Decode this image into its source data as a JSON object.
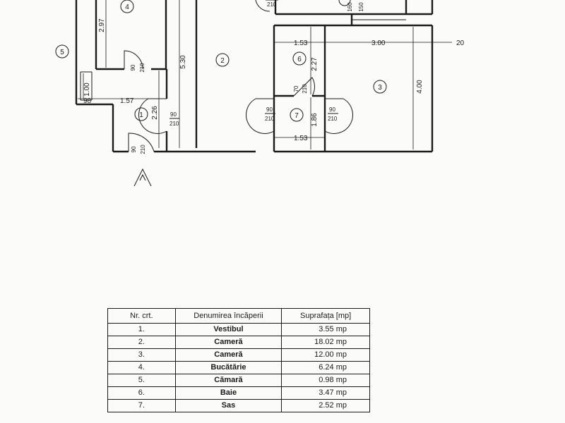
{
  "plan": {
    "room_numbers": [
      "1",
      "2",
      "3",
      "4",
      "5",
      "6",
      "7"
    ],
    "dimensions": {
      "d_297": "2.97",
      "d_530": "5.30",
      "d_100": "1.00",
      "d_98": "98",
      "d_157": "1.57",
      "d_226": "2.26",
      "d_153_top": "1.53",
      "d_300": "3.00",
      "d_20": "20",
      "d_227": "2.27",
      "d_400": "4.00",
      "d_186": "1.86",
      "d_153_bottom": "1.53"
    },
    "doors": {
      "top_h": "210",
      "top_160": "160",
      "top_150": "150",
      "d5_w": "90",
      "d5_h": "210",
      "d1_w": "90",
      "d1_h": "210",
      "dent_w": "90",
      "dent_h": "210",
      "d6_w": "70",
      "d6_h": "210",
      "d7l_w": "90",
      "d7l_h": "210",
      "d7r_w": "90",
      "d7r_h": "210"
    }
  },
  "table": {
    "headers": [
      "Nr. crt.",
      "Denumirea încăperii",
      "Suprafața [mp]"
    ],
    "rows": [
      {
        "nr": "1.",
        "name": "Vestibul",
        "area": "3.55 mp"
      },
      {
        "nr": "2.",
        "name": "Cameră",
        "area": "18.02 mp"
      },
      {
        "nr": "3.",
        "name": "Cameră",
        "area": "12.00 mp"
      },
      {
        "nr": "4.",
        "name": "Bucătărie",
        "area": "6.24 mp"
      },
      {
        "nr": "5.",
        "name": "Cămară",
        "area": "0.98 mp"
      },
      {
        "nr": "6.",
        "name": "Baie",
        "area": "3.47 mp"
      },
      {
        "nr": "7.",
        "name": "Sas",
        "area": "2.52 mp"
      }
    ]
  }
}
